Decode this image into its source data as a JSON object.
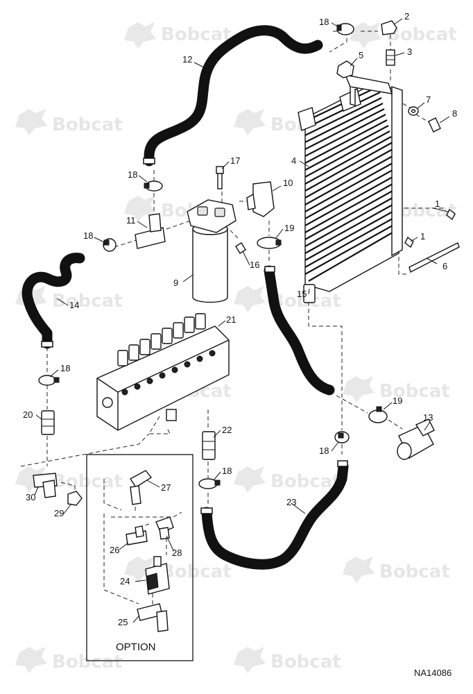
{
  "watermark": {
    "brand": "Bobcat"
  },
  "option_label": "OPTION",
  "drawing_code": "NA14086",
  "callouts": [
    "1",
    "1",
    "2",
    "3",
    "4",
    "5",
    "6",
    "7",
    "8",
    "9",
    "10",
    "11",
    "12",
    "13",
    "14",
    "15",
    "16",
    "17",
    "18",
    "18",
    "18",
    "18",
    "18",
    "18",
    "19",
    "19",
    "20",
    "21",
    "22",
    "23",
    "24",
    "25",
    "26",
    "27",
    "28",
    "29",
    "30"
  ]
}
